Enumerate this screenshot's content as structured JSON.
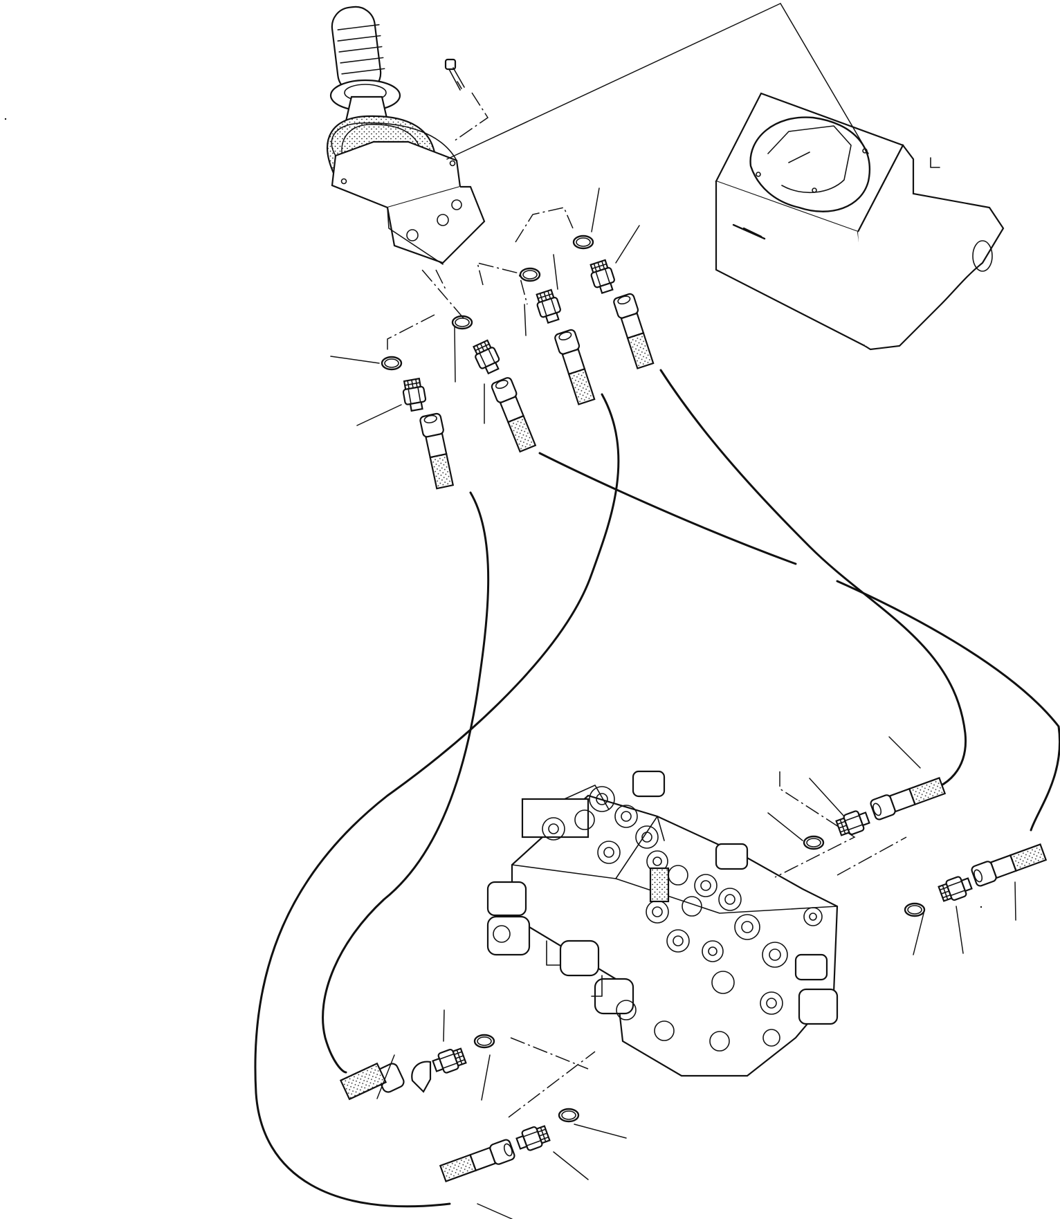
{
  "diagram": {
    "components": [
      {
        "name": "joystick",
        "icon": "joystick-icon"
      },
      {
        "name": "mounting-screw",
        "icon": "screw-icon"
      },
      {
        "name": "cab-console-bracket",
        "icon": "bracket-icon"
      },
      {
        "name": "control-valve-block",
        "icon": "valve-icon"
      },
      {
        "name": "hose-fitting",
        "icon": "fitting-icon"
      },
      {
        "name": "o-ring",
        "icon": "o-ring-icon"
      },
      {
        "name": "pilot-hose",
        "icon": "hose-icon"
      }
    ],
    "labels": []
  }
}
